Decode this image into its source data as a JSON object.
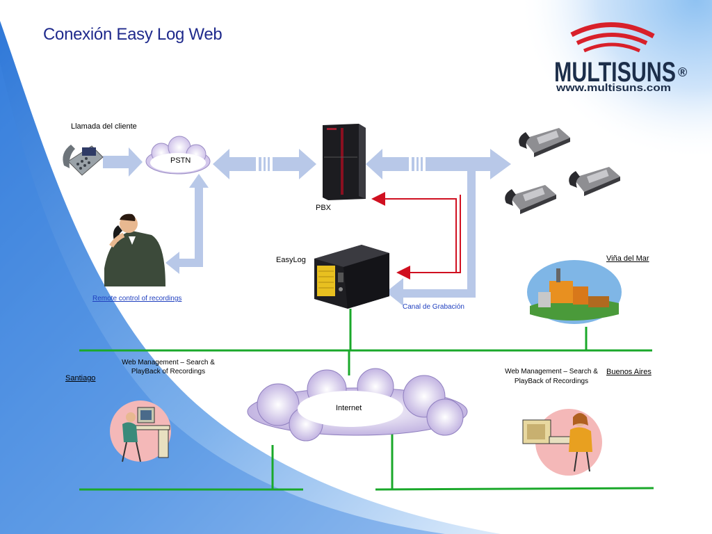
{
  "slide": {
    "title": "Conexión Easy Log Web",
    "logo": {
      "brand": "MULTISUNS",
      "registered": "®",
      "url": "www.multisuns.com"
    },
    "labels": {
      "client_call": "Llamada del cliente",
      "pstn": "PSTN",
      "pbx": "PBX",
      "easylog": "EasyLog",
      "remote_control": "Remote control of recordings",
      "recording_channel": "Canal de Grabación",
      "vina_del_mar": "Viña del Mar",
      "santiago": "Santiago",
      "buenos_aires": "Buenos Aires",
      "internet": "Internet",
      "web_mgmt_left": "Web Management – Search & PlayBack of Recordings",
      "web_mgmt_right": "Web Management – Search & PlayBack of Recordings"
    },
    "colors": {
      "title": "#1f2a8c",
      "arrow": "#b8c8e8",
      "network_line": "#1aa82a",
      "recording_line": "#d01020",
      "logo_text": "#1c2e4a",
      "logo_swoosh": "#d8202a",
      "link_blue": "#1f3fbf"
    },
    "icons": [
      "desk-phone-icon",
      "cloud-icon",
      "pbx-server-icon",
      "office-phone-icon",
      "man-on-phone-icon",
      "easylog-box-icon",
      "city-icon",
      "woman-at-computer-icon"
    ]
  }
}
